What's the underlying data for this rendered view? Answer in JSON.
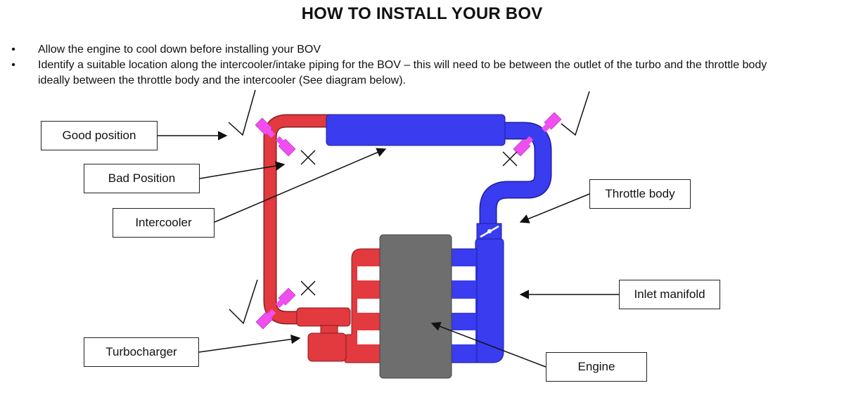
{
  "title": "HOW TO INSTALL YOUR BOV",
  "bullets": [
    {
      "marker": "•",
      "text": "Allow the engine to cool down before installing your BOV"
    },
    {
      "marker": "•",
      "text": "Identify a suitable location along the intercooler/intake piping for the BOV – this will need to be between the outlet of the turbo and the throttle body ideally between the throttle body and the intercooler (See diagram below)."
    }
  ],
  "diagram": {
    "labels": {
      "good_position": "Good position",
      "bad_position": "Bad Position",
      "intercooler": "Intercooler",
      "throttle_body": "Throttle body",
      "inlet_manifold": "Inlet manifold",
      "turbocharger": "Turbocharger",
      "engine": "Engine"
    },
    "markers": {
      "good": "check-mark",
      "bad": "cross-mark"
    },
    "colors": {
      "hot_side": "#e23a3f",
      "cold_side": "#3a3cf0",
      "bov": "#f04ef0",
      "engine": "#6e6e6e"
    }
  }
}
